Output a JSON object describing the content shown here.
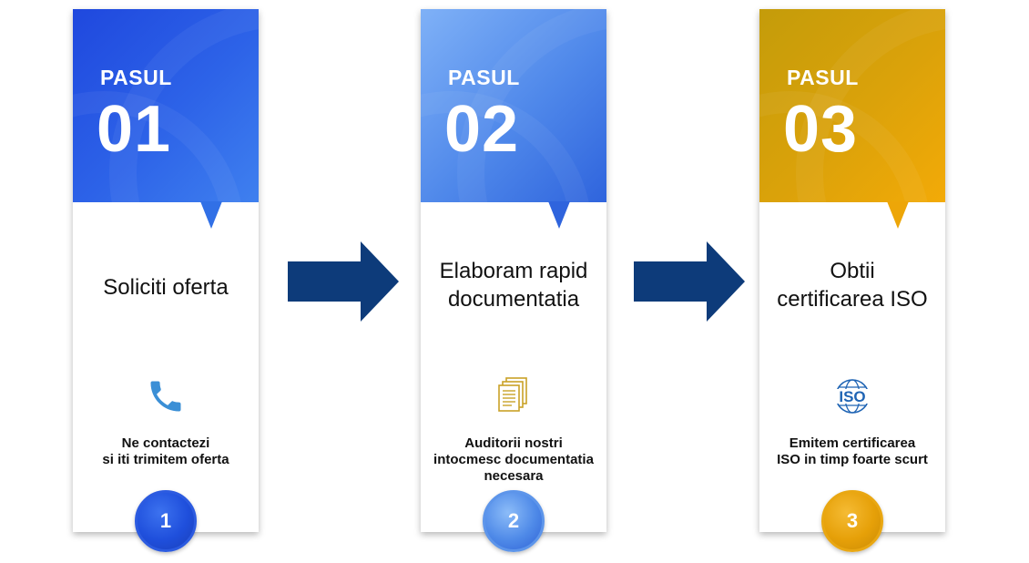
{
  "steps": [
    {
      "word": "PASUL",
      "number": "01",
      "title_lines": [
        "Soliciti oferta"
      ],
      "icon": "phone-icon",
      "description_lines": [
        "Ne contactezi",
        "si iti trimitem oferta"
      ],
      "badge": "1",
      "color": "#2456e0"
    },
    {
      "word": "PASUL",
      "number": "02",
      "title_lines": [
        "Elaboram rapid",
        "documentatia"
      ],
      "icon": "documents-icon",
      "description_lines": [
        "Auditorii nostri",
        "intocmesc documentatia",
        "necesara"
      ],
      "badge": "2",
      "color": "#4f88ea"
    },
    {
      "word": "PASUL",
      "number": "03",
      "title_lines": [
        "Obtii",
        "certificarea ISO"
      ],
      "icon": "iso-logo-icon",
      "description_lines": [
        "Emitem certificarea",
        "ISO in timp foarte scurt"
      ],
      "badge": "3",
      "color": "#e6a008"
    }
  ],
  "colors": {
    "arrow": "#0d3b7a",
    "icon_phone": "#3b8fd6",
    "icon_documents": "#c9a227",
    "icon_iso": "#1f64b4"
  },
  "iso_logo_text": "ISO"
}
